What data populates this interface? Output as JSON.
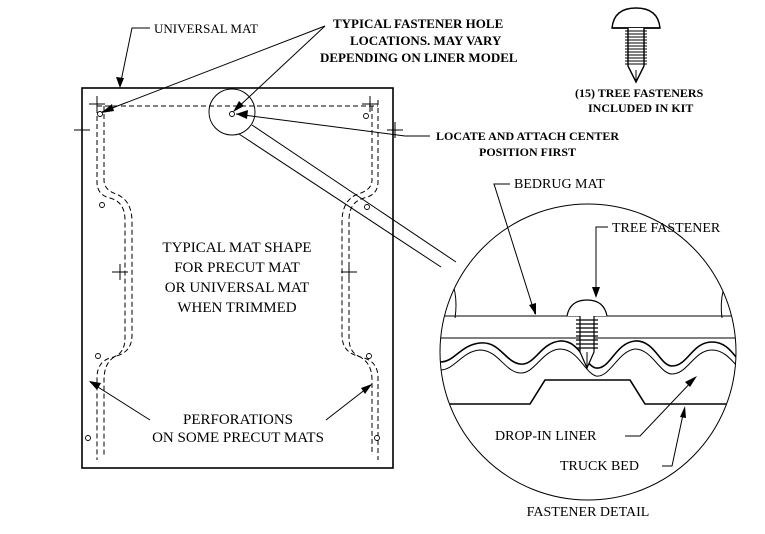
{
  "labels": {
    "universal_mat": "UNIVERSAL MAT",
    "hole_locations": [
      "TYPICAL FASTENER HOLE",
      "LOCATIONS. MAY VARY",
      "DEPENDING ON LINER MODEL"
    ],
    "fasteners_included": [
      "(15) TREE FASTENERS",
      "INCLUDED IN KIT"
    ],
    "locate_attach": [
      "LOCATE AND ATTACH CENTER",
      "POSITION FIRST"
    ],
    "mat_shape": [
      "TYPICAL MAT SHAPE",
      "FOR PRECUT MAT",
      "OR UNIVERSAL MAT",
      "WHEN TRIMMED"
    ],
    "perforations": [
      "PERFORATIONS",
      "ON SOME PRECUT MATS"
    ],
    "bedrug_mat": "BEDRUG MAT",
    "tree_fastener": "TREE FASTENER",
    "drop_in_liner": "DROP-IN LINER",
    "truck_bed": "TRUCK BED",
    "fastener_detail": "FASTENER DETAIL"
  },
  "icons": {
    "fastener": "tree-fastener-icon"
  },
  "colors": {
    "ink": "#000000",
    "background": "#ffffff"
  }
}
